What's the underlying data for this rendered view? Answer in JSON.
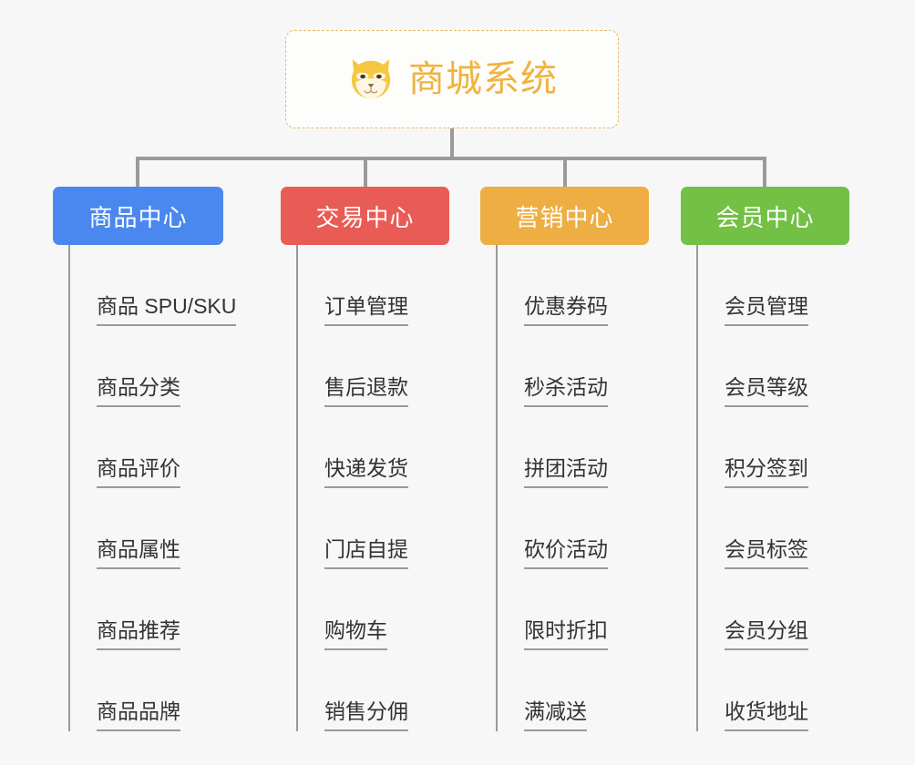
{
  "root": {
    "title": "商城系统",
    "icon": "shiba-dog-face-icon",
    "border_color": "#e8b969",
    "text_color": "#f0b33f"
  },
  "branches": [
    {
      "label": "商品中心",
      "color": "#4a88f0",
      "items": [
        "商品 SPU/SKU",
        "商品分类",
        "商品评价",
        "商品属性",
        "商品推荐",
        "商品品牌"
      ]
    },
    {
      "label": "交易中心",
      "color": "#e95b55",
      "items": [
        "订单管理",
        "售后退款",
        "快递发货",
        "门店自提",
        "购物车",
        "销售分佣"
      ]
    },
    {
      "label": "营销中心",
      "color": "#eeae43",
      "items": [
        "优惠券码",
        "秒杀活动",
        "拼团活动",
        "砍价活动",
        "限时折扣",
        "满减送"
      ]
    },
    {
      "label": "会员中心",
      "color": "#72c044",
      "items": [
        "会员管理",
        "会员等级",
        "积分签到",
        "会员标签",
        "会员分组",
        "收货地址"
      ]
    }
  ],
  "connector_color": "#9a9a9a",
  "background_color": "#f7f7f7"
}
